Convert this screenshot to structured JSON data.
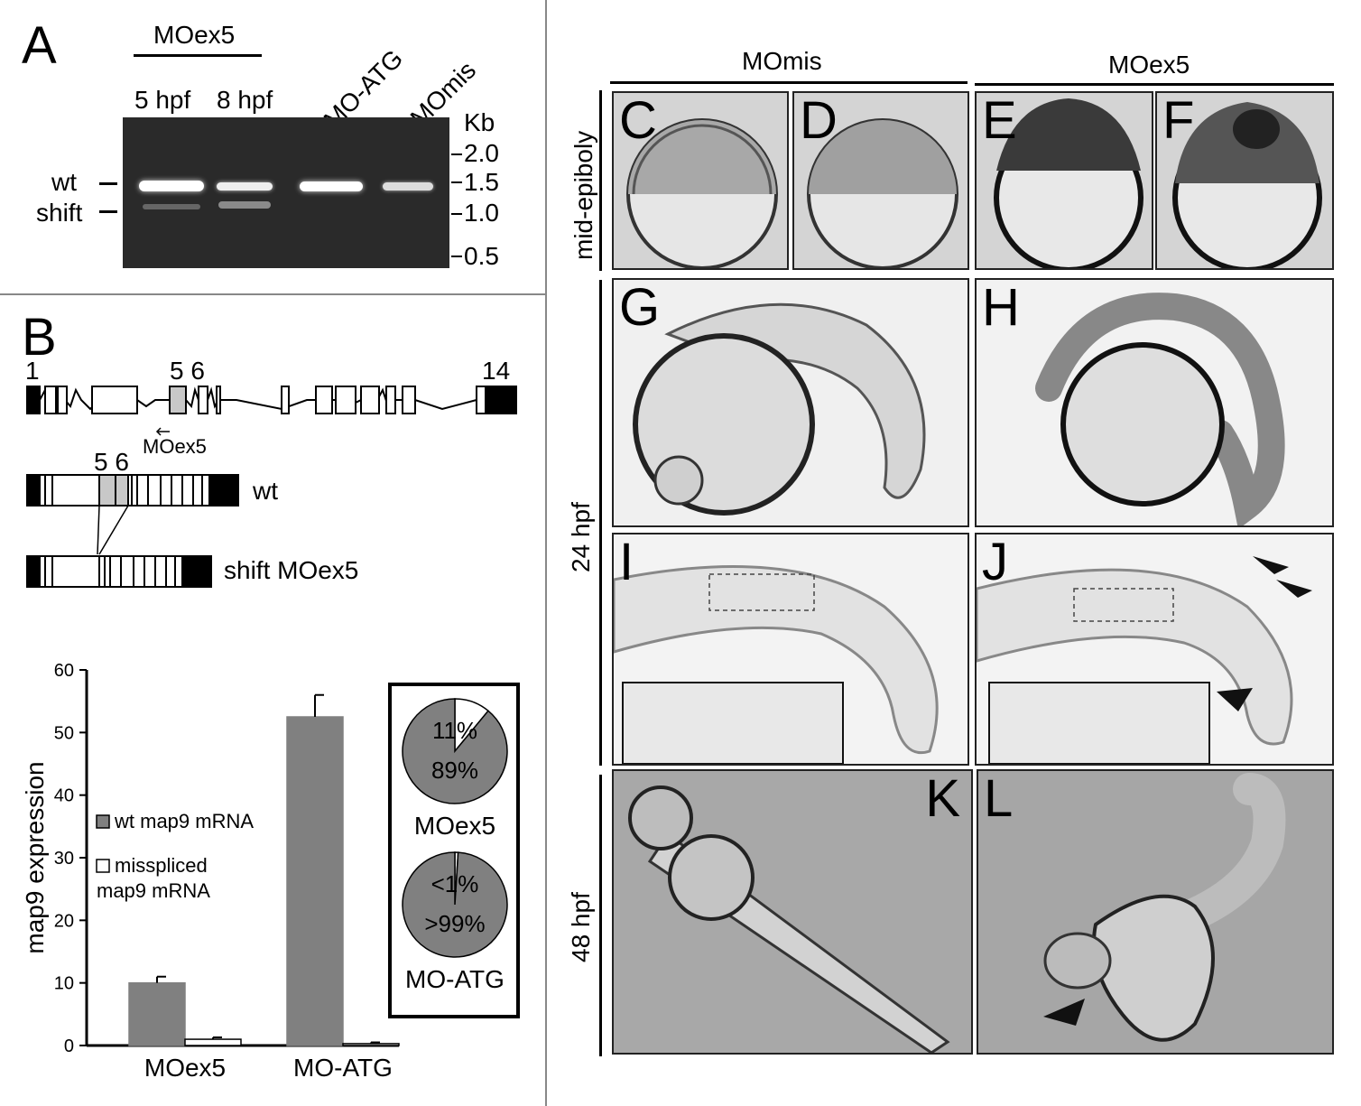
{
  "panel_a": {
    "letter": "A",
    "group_label": "MOex5",
    "lane_labels": [
      "5 hpf",
      "8 hpf",
      "MO-ATG",
      "MOmis"
    ],
    "kb_label": "Kb",
    "kb_marks": [
      "2.0",
      "1.5",
      "1.0",
      "0.5"
    ],
    "band_labels": [
      "wt",
      "shift"
    ]
  },
  "panel_b": {
    "letter": "B",
    "exon_labels": [
      "1",
      "5 6",
      "14"
    ],
    "primer_label": "MOex5",
    "transcript_top_label": "5 6",
    "wt_label": "wt",
    "shift_label": "shift MOex5"
  },
  "chart_data": {
    "type": "bar",
    "categories": [
      "MOex5",
      "MO-ATG"
    ],
    "series": [
      {
        "name": "wt map9 mRNA",
        "values": [
          10,
          52.5
        ],
        "errors": [
          1,
          3.5
        ],
        "color": "#808080"
      },
      {
        "name": "misspliced map9 mRNA",
        "values": [
          1,
          0.3
        ],
        "errors": [
          0.3,
          0.2
        ],
        "color": "#ffffff"
      }
    ],
    "ylabel": "map9 expression",
    "xlabel": "",
    "ylim": [
      0,
      60
    ],
    "yticks": [
      0,
      10,
      20,
      30,
      40,
      50,
      60
    ],
    "legend_position": "left",
    "legend_lines": [
      [
        "wt map9 mRNA"
      ],
      [
        "misspliced",
        "map9 mRNA"
      ]
    ],
    "pies": [
      {
        "name": "MOex5",
        "slices": [
          {
            "label": "11%",
            "value": 11,
            "color": "#ffffff"
          },
          {
            "label": "89%",
            "value": 89,
            "color": "#808080"
          }
        ]
      },
      {
        "name": "MO-ATG",
        "slices": [
          {
            "label": "<1%",
            "value": 1,
            "color": "#ffffff"
          },
          {
            "label": ">99%",
            "value": 99,
            "color": "#808080"
          }
        ]
      }
    ]
  },
  "right": {
    "col_headers": [
      "MOmis",
      "MOex5"
    ],
    "row_labels": [
      "mid-epiboly",
      "24 hpf",
      "48 hpf"
    ],
    "panels": [
      "C",
      "D",
      "E",
      "F",
      "G",
      "H",
      "I",
      "J",
      "K",
      "L"
    ]
  }
}
